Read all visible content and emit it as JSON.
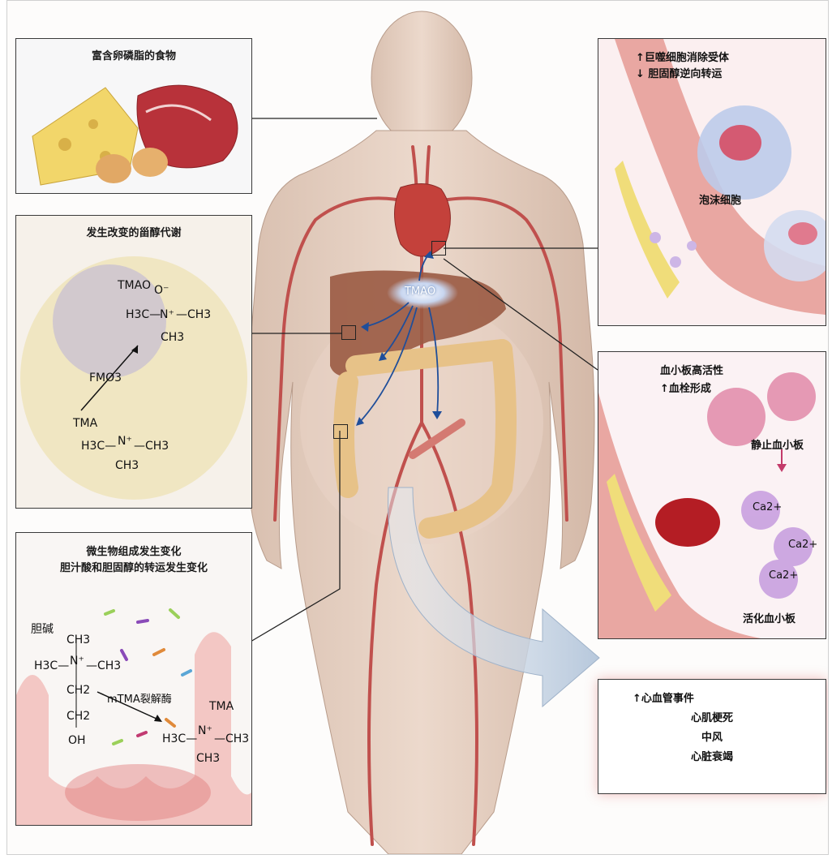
{
  "panels": {
    "food": {
      "title": "富含卵磷脂的食物"
    },
    "liver": {
      "title": "发生改变的甾醇代谢",
      "tmao": "TMAO",
      "o_minus": "O⁻",
      "n_plus": "N⁺",
      "h3c": "H3C—",
      "ch3": "—CH3",
      "ch3_down": "CH3",
      "enzyme": "FMO3",
      "tma": "TMA"
    },
    "gut": {
      "title_line1": "微生物组成发生变化",
      "title_line2": "胆汁酸和胆固醇的转运发生变化",
      "choline": "胆碱",
      "enzyme": "mTMA裂解酶",
      "tma": "TMA",
      "ch2": "CH2",
      "oh": "OH"
    },
    "foam": {
      "line1": "↑巨噬细胞消除受体",
      "line2": "↓ 胆固醇逆向转运",
      "cell_label": "泡沫细胞"
    },
    "platelet": {
      "line1": "血小板高活性",
      "line2": "↑血栓形成",
      "resting": "静止血小板",
      "activated": "活化血小板",
      "ca": [
        "Ca2+",
        "Ca2+",
        "Ca2+"
      ]
    },
    "events": {
      "line1": "↑心血管事件",
      "items": [
        "心肌梗死",
        "中风",
        "心脏衰竭"
      ]
    }
  },
  "body_label": "TMAO",
  "colors": {
    "artery": "#c0504d",
    "skin": "#e8d2c4",
    "liver": "#9a5a43",
    "intestine": "#e7c288",
    "arrow_blue": "#1f4e9a"
  }
}
